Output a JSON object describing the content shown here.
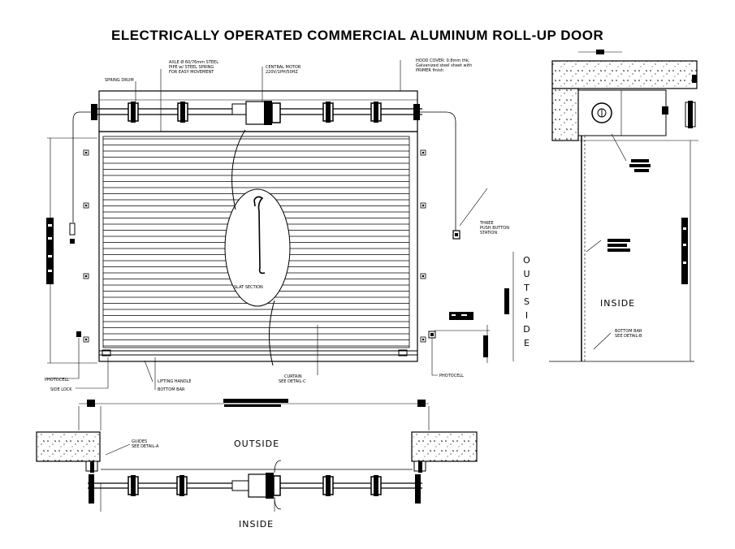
{
  "title": "ELECTRICALLY OPERATED COMMERCIAL ALUMINUM ROLL-UP DOOR",
  "elevation": {
    "spring_drum_label": "SPRING DRUM",
    "axle_label": [
      "AXLE Ø 60/76mm STEEL",
      "PIPE w/ STEEL SPRING",
      "FOR EASY MOVEMENT"
    ],
    "motor_label": [
      "CENTRAL MOTOR",
      "220V/1PH/50HZ"
    ],
    "hood_label": [
      "HOOD COVER: 0.8mm thk.",
      "Galvanized steel sheet with",
      "PRIMER finish"
    ],
    "push_button_label": [
      "THREE",
      "PUSH BUTTON",
      "STATION"
    ],
    "slat_section_label": "SLAT SECTION",
    "photocell_left_label": "PHOTOCELL",
    "photocell_right_label": "PHOTOCELL",
    "side_lock_label": "SIDE LOCK",
    "lifting_handle_label": "LIFTING HANDLE",
    "bottom_bar_label": "BOTTOM BAR",
    "curtain_label": [
      "CURTAIN",
      "SEE DETAIL-C"
    ]
  },
  "section": {
    "outside_label": "OUTSIDE",
    "inside_label": "INSIDE",
    "bottom_bar_label": [
      "BOTTOM BAR",
      "SEE DETAIL-B"
    ]
  },
  "plan": {
    "outside_label": "OUTSIDE",
    "inside_label": "INSIDE",
    "guides_label": [
      "GUIDES",
      "SEE DETAIL-A"
    ]
  }
}
